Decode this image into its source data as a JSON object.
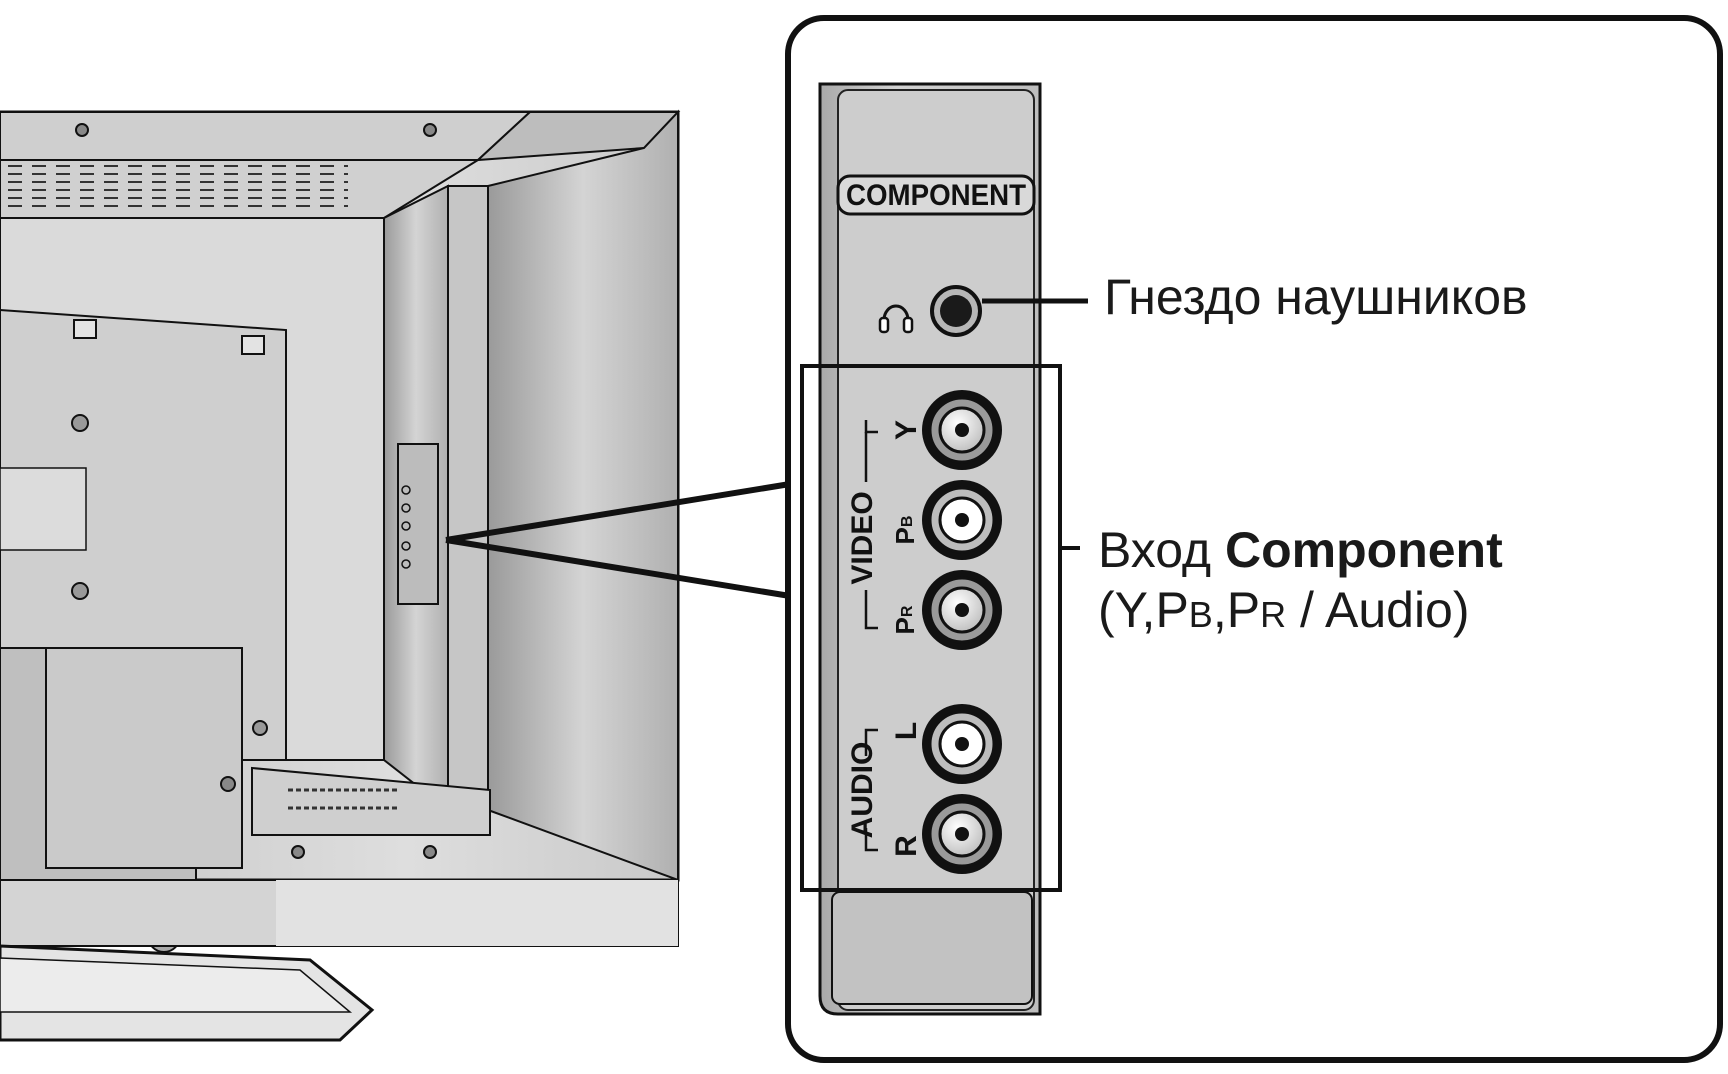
{
  "panel": {
    "header": "COMPONENT",
    "video_label": "VIDEO",
    "audio_label": "AUDIO",
    "jacks": {
      "y": "Y",
      "pb_main": "P",
      "pb_sub": "B",
      "pr_main": "P",
      "pr_sub": "R",
      "l": "L",
      "r": "R"
    }
  },
  "callouts": {
    "headphones": "Гнездо наушников",
    "component_prefix": "Вход ",
    "component_bold": "Component",
    "component_line2": {
      "open": "(Y,P",
      "b": "B",
      "mid": ",P",
      "r": "R",
      "close": " / Audio)"
    }
  },
  "icons": {
    "headphone": "headphone-icon"
  },
  "colors": {
    "outline": "#111111",
    "panel_fill": "#c8c8c8",
    "tv_fill": "#d6d6d6",
    "jack_ring": "#e6e6e6"
  }
}
